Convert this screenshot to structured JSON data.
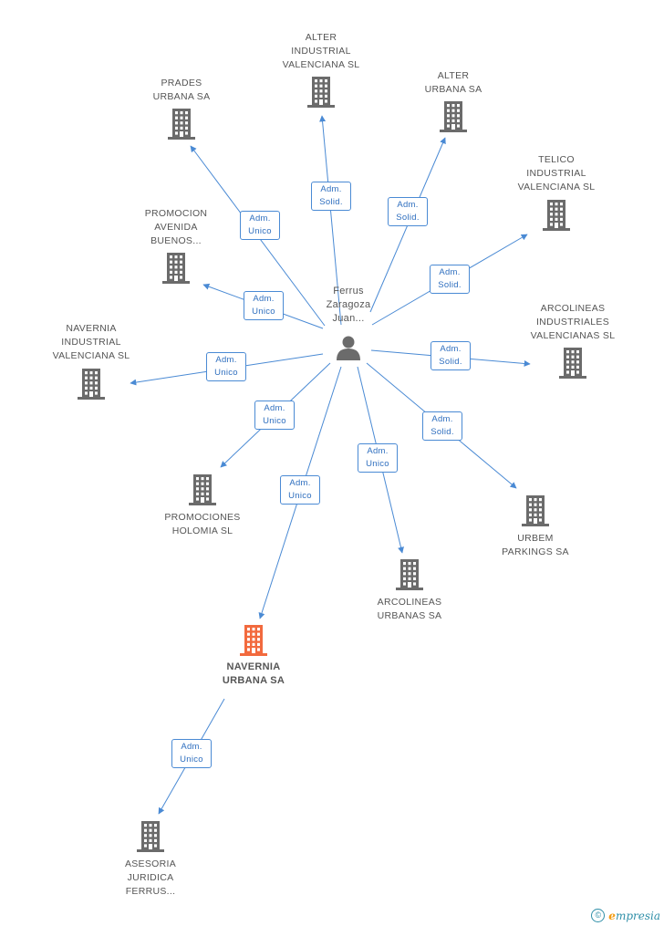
{
  "person": {
    "label_lines": [
      "Ferrus",
      "Zaragoza",
      "Juan..."
    ],
    "icon": "person-icon"
  },
  "companies": [
    {
      "id": "alter-industrial",
      "lines": [
        "ALTER",
        "INDUSTRIAL",
        "VALENCIANA SL"
      ],
      "focus": false
    },
    {
      "id": "alter-urbana",
      "lines": [
        "ALTER",
        "URBANA SA"
      ],
      "focus": false
    },
    {
      "id": "prades-urbana",
      "lines": [
        "PRADES",
        "URBANA SA"
      ],
      "focus": false
    },
    {
      "id": "telico-industrial",
      "lines": [
        "TELICO",
        "INDUSTRIAL",
        "VALENCIANA SL"
      ],
      "focus": false
    },
    {
      "id": "promocion-avenida",
      "lines": [
        "PROMOCION",
        "AVENIDA",
        "BUENOS..."
      ],
      "focus": false
    },
    {
      "id": "arcolineas-industriales",
      "lines": [
        "ARCOLINEAS",
        "INDUSTRIALES",
        "VALENCIANAS SL"
      ],
      "focus": false
    },
    {
      "id": "navernia-industrial",
      "lines": [
        "NAVERNIA",
        "INDUSTRIAL",
        "VALENCIANA SL"
      ],
      "focus": false
    },
    {
      "id": "promociones-holomia",
      "lines": [
        "PROMOCIONES",
        "HOLOMIA SL"
      ],
      "focus": false
    },
    {
      "id": "urbem-parkings",
      "lines": [
        "URBEM",
        "PARKINGS SA"
      ],
      "focus": false
    },
    {
      "id": "arcolineas-urbanas",
      "lines": [
        "ARCOLINEAS",
        "URBANAS SA"
      ],
      "focus": false
    },
    {
      "id": "navernia-urbana",
      "lines": [
        "NAVERNIA",
        "URBANA SA"
      ],
      "focus": true
    },
    {
      "id": "asesoria-juridica",
      "lines": [
        "ASESORIA",
        "JURIDICA",
        "FERRUS..."
      ],
      "focus": false
    }
  ],
  "edges": [
    {
      "from": "person",
      "to": "alter-industrial",
      "lines": [
        "Adm.",
        "Solid."
      ]
    },
    {
      "from": "person",
      "to": "alter-urbana",
      "lines": [
        "Adm.",
        "Solid."
      ]
    },
    {
      "from": "person",
      "to": "prades-urbana",
      "lines": [
        "Adm.",
        "Unico"
      ]
    },
    {
      "from": "person",
      "to": "telico-industrial",
      "lines": [
        "Adm.",
        "Solid."
      ]
    },
    {
      "from": "person",
      "to": "promocion-avenida",
      "lines": [
        "Adm.",
        "Unico"
      ]
    },
    {
      "from": "person",
      "to": "arcolineas-industriales",
      "lines": [
        "Adm.",
        "Solid."
      ]
    },
    {
      "from": "person",
      "to": "navernia-industrial",
      "lines": [
        "Adm.",
        "Unico"
      ]
    },
    {
      "from": "person",
      "to": "promociones-holomia",
      "lines": [
        "Adm.",
        "Unico"
      ]
    },
    {
      "from": "person",
      "to": "urbem-parkings",
      "lines": [
        "Adm.",
        "Solid."
      ]
    },
    {
      "from": "person",
      "to": "arcolineas-urbanas",
      "lines": [
        "Adm.",
        "Unico"
      ]
    },
    {
      "from": "person",
      "to": "navernia-urbana",
      "lines": [
        "Adm.",
        "Unico"
      ]
    },
    {
      "from": "navernia-urbana",
      "to": "asesoria-juridica",
      "lines": [
        "Adm.",
        "Unico"
      ]
    }
  ],
  "colors": {
    "building": "#6b6b6b",
    "focus_building": "#f26a3e",
    "edge": "#4a8ad4",
    "edge_label_text": "#2f6fbf",
    "person": "#6b6b6b"
  },
  "brand": {
    "symbol": "©",
    "name_first": "e",
    "name_rest": "mpresia"
  }
}
